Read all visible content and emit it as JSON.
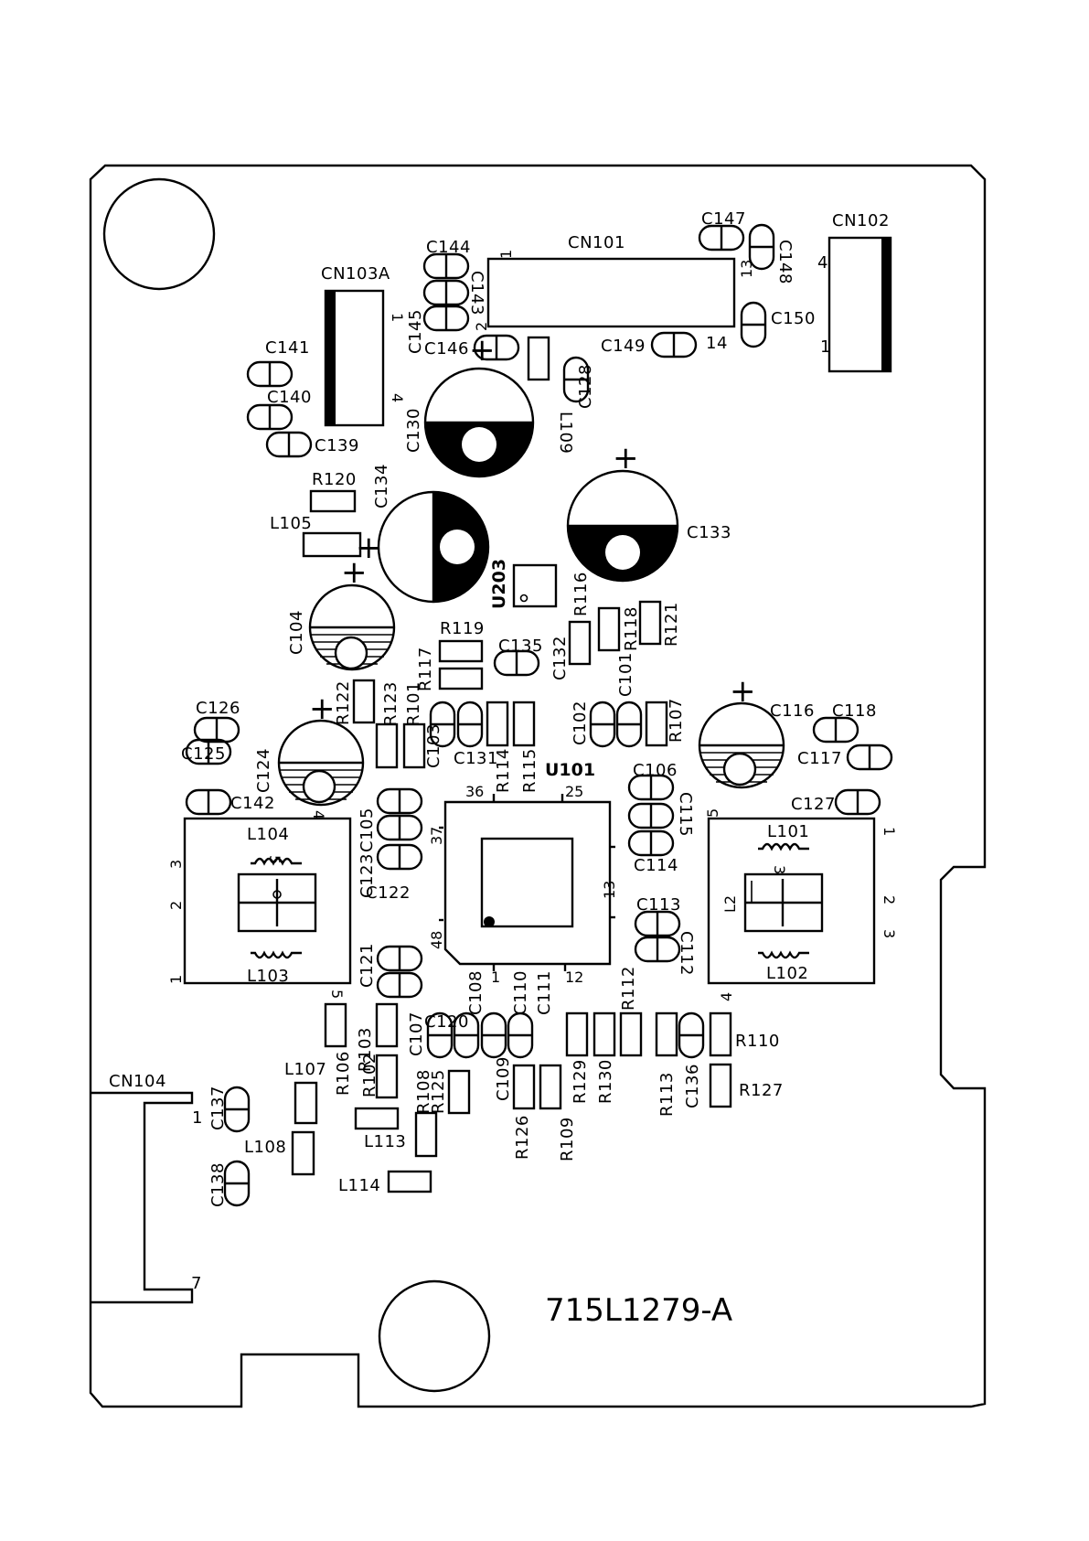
{
  "board": {
    "part_number": "715L1279-A",
    "colors": {
      "ink": "#000000",
      "background": "#ffffff"
    }
  },
  "labels": {
    "cn101": "CN101",
    "cn102": "CN102",
    "cn103a": "CN103A",
    "cn104": "CN104",
    "u101": "U101",
    "u203": "U203",
    "c101": "C101",
    "c102": "C102",
    "c103": "C103",
    "c104": "C104",
    "c105": "C105",
    "c106": "C106",
    "c107": "C107",
    "c108": "C108",
    "c109": "C109",
    "c110": "C110",
    "c111": "C111",
    "c112": "C112",
    "c113": "C113",
    "c114": "C114",
    "c115": "C115",
    "c116": "C116",
    "c117": "C117",
    "c118": "C118",
    "c120": "C120",
    "c121": "C121",
    "c122": "C122",
    "c123": "C123",
    "c124": "C124",
    "c125": "C125",
    "c126": "C126",
    "c127": "C127",
    "c128": "C128",
    "c130": "C130",
    "c131": "C131",
    "c132": "C132",
    "c133": "C133",
    "c134": "C134",
    "c135": "C135",
    "c136": "C136",
    "c137": "C137",
    "c138": "C138",
    "c139": "C139",
    "c140": "C140",
    "c141": "C141",
    "c142": "C142",
    "c143": "C143",
    "c144": "C144",
    "c145": "C145",
    "c146": "C146",
    "c147": "C147",
    "c148": "C148",
    "c149": "C149",
    "c150": "C150",
    "r101": "R101",
    "r102": "R102",
    "r103": "R103",
    "r106": "R106",
    "r107": "R107",
    "r108": "R108",
    "r109": "R109",
    "r110": "R110",
    "r112": "R112",
    "r113": "R113",
    "r114": "R114",
    "r115": "R115",
    "r116": "R116",
    "r117": "R117",
    "r118": "R118",
    "r119": "R119",
    "r120": "R120",
    "r121": "R121",
    "r122": "R122",
    "r123": "R123",
    "r125": "R125",
    "r126": "R126",
    "r127": "R127",
    "r129": "R129",
    "r130": "R130",
    "l2": "L2",
    "l101": "L101",
    "l102": "L102",
    "l103": "L103",
    "l104": "L104",
    "l105": "L105",
    "l107": "L107",
    "l108": "L108",
    "l109": "L109",
    "l113": "L113",
    "l114": "L114"
  },
  "pins": {
    "one": "1",
    "two": "2",
    "three": "3",
    "four": "4",
    "five": "5",
    "seven": "7",
    "twelve": "12",
    "thirteen": "13",
    "fourteen": "14",
    "twentyfive": "25",
    "thirtysix": "36",
    "thirtyseven": "37",
    "fortyeight": "48"
  },
  "symbols": {
    "plus": "+",
    "minus": "−"
  }
}
